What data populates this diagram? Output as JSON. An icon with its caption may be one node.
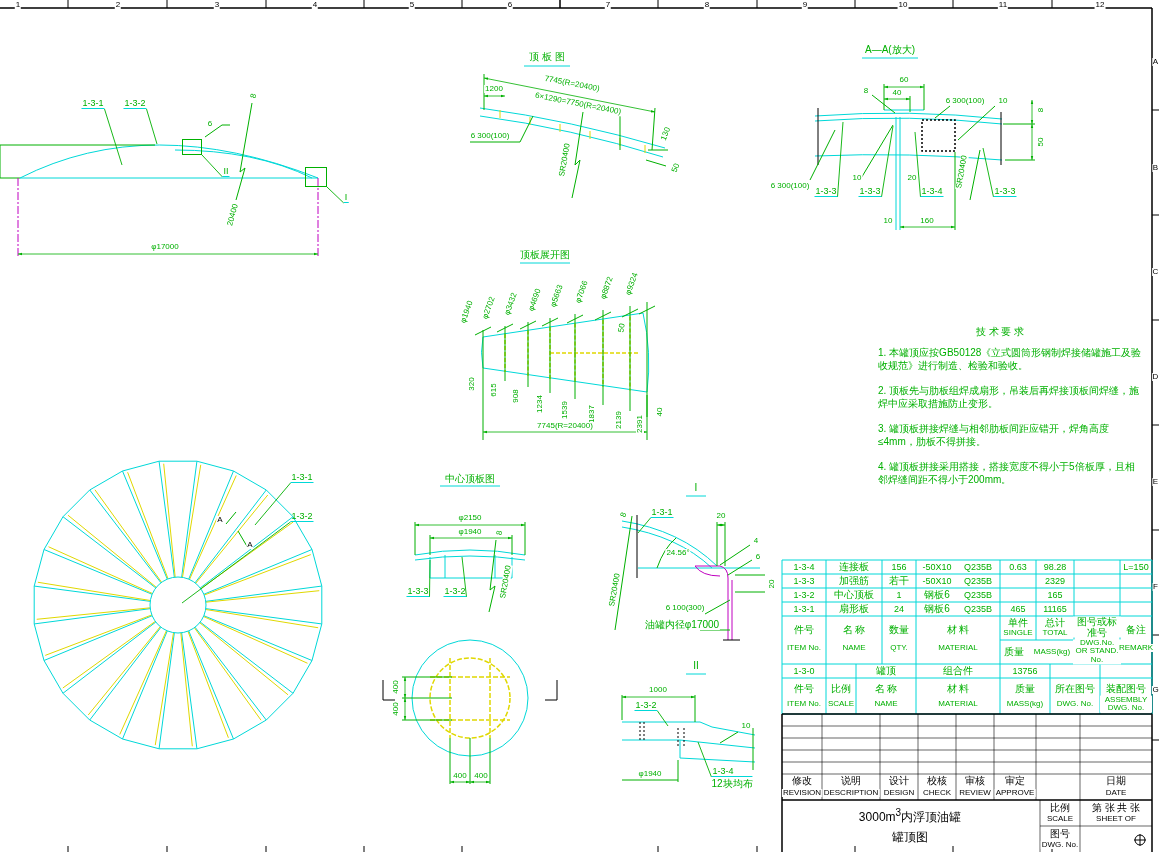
{
  "diagram": {
    "nodes": [
      {
        "text": [
          "1-3-1"
        ]
      },
      {
        "text": [
          "1-3-2"
        ]
      },
      {
        "text": [
          "II"
        ]
      },
      {
        "text": [
          "I"
        ]
      },
      {
        "text": [
          "1-3-3"
        ]
      },
      {
        "text": [
          "1-3-3"
        ]
      },
      {
        "text": [
          "1-3-4"
        ]
      },
      {
        "text": [
          "1-3-3"
        ]
      },
      {
        "text": [
          "1-3-1"
        ]
      },
      {
        "text": [
          "1-3-2"
        ]
      },
      {
        "text": [
          "1-3-3"
        ]
      },
      {
        "text": [
          "1-3-2"
        ]
      },
      {
        "text": [
          "1-3-1"
        ]
      },
      {
        "text": [
          "1-3-2"
        ]
      },
      {
        "text": [
          "1-3-4"
        ],
        "beside": [
          "12块均布"
        ]
      },
      {
        "text": [],
        "shape": "box"
      },
      {
        "text": [],
        "shape": "box"
      }
    ],
    "edges": [
      {
        "from": 0,
        "to": null,
        "arrow": "none"
      },
      {
        "from": 1,
        "to": null,
        "arrow": "none"
      },
      {
        "from": 2,
        "to": 15,
        "arrow": "none"
      },
      {
        "from": 3,
        "to": 16,
        "arrow": "none"
      },
      {
        "from": 4,
        "to": null,
        "arrow": "none"
      },
      {
        "from": 5,
        "to": null,
        "arrow": "none"
      },
      {
        "from": 6,
        "to": null,
        "arrow": "none"
      },
      {
        "from": 7,
        "to": null,
        "arrow": "none"
      },
      {
        "from": 8,
        "to": null,
        "arrow": "none"
      },
      {
        "from": 9,
        "to": null,
        "arrow": "none"
      },
      {
        "from": 10,
        "to": null,
        "arrow": "none"
      },
      {
        "from": 11,
        "to": null,
        "arrow": "none"
      },
      {
        "from": 12,
        "to": null,
        "arrow": "none"
      },
      {
        "from": 13,
        "to": null,
        "arrow": "none"
      },
      {
        "from": 14,
        "to": null,
        "arrow": "none"
      }
    ],
    "labels": [
      "1",
      "2",
      "3",
      "4",
      "5",
      "6",
      "7",
      "8",
      "9",
      "10",
      "11",
      "12",
      "A",
      "B",
      "C",
      "D",
      "E",
      "F",
      "G",
      "顶 板 图",
      "6",
      "8",
      "20400",
      "φ17000",
      "7745(R=20400)",
      "6×1290=7750(R=20400)",
      "1200",
      "6 300(100)",
      "SR20400",
      "130",
      "50",
      "A—A(放大)",
      "8",
      "60",
      "40",
      "6 300(100)",
      "10",
      "6 300(100)",
      "10",
      "20",
      "8",
      "50",
      "SR20400",
      "10",
      "160",
      "顶板展开图",
      "φ1940",
      "φ2702",
      "φ3432",
      "φ4690",
      "φ5663",
      "φ7066",
      "φ8872",
      "φ9324",
      "50",
      "320",
      "615",
      "908",
      "1234",
      "1539",
      "1837",
      "2139",
      "2391",
      "40",
      "7745(R=20400)",
      "技 术 要 求",
      "1. 本罐顶应按GB50128《立式圆筒形钢制焊接储罐施工及验收规范》进行制造、检验和验收。",
      "2. 顶板先与肋板组焊成扇形，吊装后再焊接顶板间焊缝，施焊中应采取措施防止变形。",
      "3. 罐顶板拼接焊缝与相邻肋板间距应错开，焊角高度≤4mm，肋板不得拼接。",
      "4. 罐顶板拼接采用搭接，搭接宽度不得小于5倍板厚，且相邻焊缝间距不得小于200mm。",
      "A",
      "A",
      "中心顶板图",
      "φ2150",
      "φ1940",
      "8",
      "SR20400",
      "400",
      "400",
      "400",
      "400",
      "I",
      "8",
      "24.56°",
      "20",
      "4",
      "6",
      "20",
      "SR20400",
      "6 100(300)",
      "油罐内径φ17000",
      "II",
      "1000",
      "10",
      "φ1940",
      "1-3-4",
      "连接板",
      "156",
      "-50X10",
      "Q235B",
      "0.63",
      "98.28",
      "L=150",
      "1-3-3",
      "加强筋",
      "若干",
      "-50X10",
      "Q235B",
      "2329",
      "1-3-2",
      "中心顶板",
      "1",
      "钢板6",
      "Q235B",
      "165",
      "1-3-1",
      "扇形板",
      "24",
      "钢板6",
      "Q235B",
      "465",
      "11165",
      "件号",
      "ITEM No.",
      "名 称",
      "NAME",
      "数量",
      "QTY.",
      "材 料",
      "MATERIAL",
      "单件",
      "SINGLE",
      "总计",
      "TOTAL",
      "质量",
      "MASS(kg)",
      "图号或标准号",
      "DWG.No. OR STAND. No.",
      "备注",
      "REMARK",
      "1-3-0",
      "罐顶",
      "组合件",
      "13756",
      "件号",
      "ITEM No.",
      "比例",
      "SCALE",
      "名 称",
      "NAME",
      "材 料",
      "MATERIAL",
      "质量",
      "MASS(kg)",
      "所在图号",
      "DWG. No.",
      "装配图号",
      "ASSEMBLY DWG. No.",
      "修改",
      "REVISION",
      "说明",
      "DESCRIPTION",
      "设计",
      "DESIGN",
      "校核",
      "CHECK",
      "审核",
      "REVIEW",
      "审定",
      "APPROVE",
      "日期",
      "DATE",
      "3000m$^{3}$内浮顶油罐",
      "罐顶图",
      "比例",
      "SCALE",
      "第 张 共 张",
      "SHEET OF",
      "图号",
      "DWG. No."
    ]
  }
}
